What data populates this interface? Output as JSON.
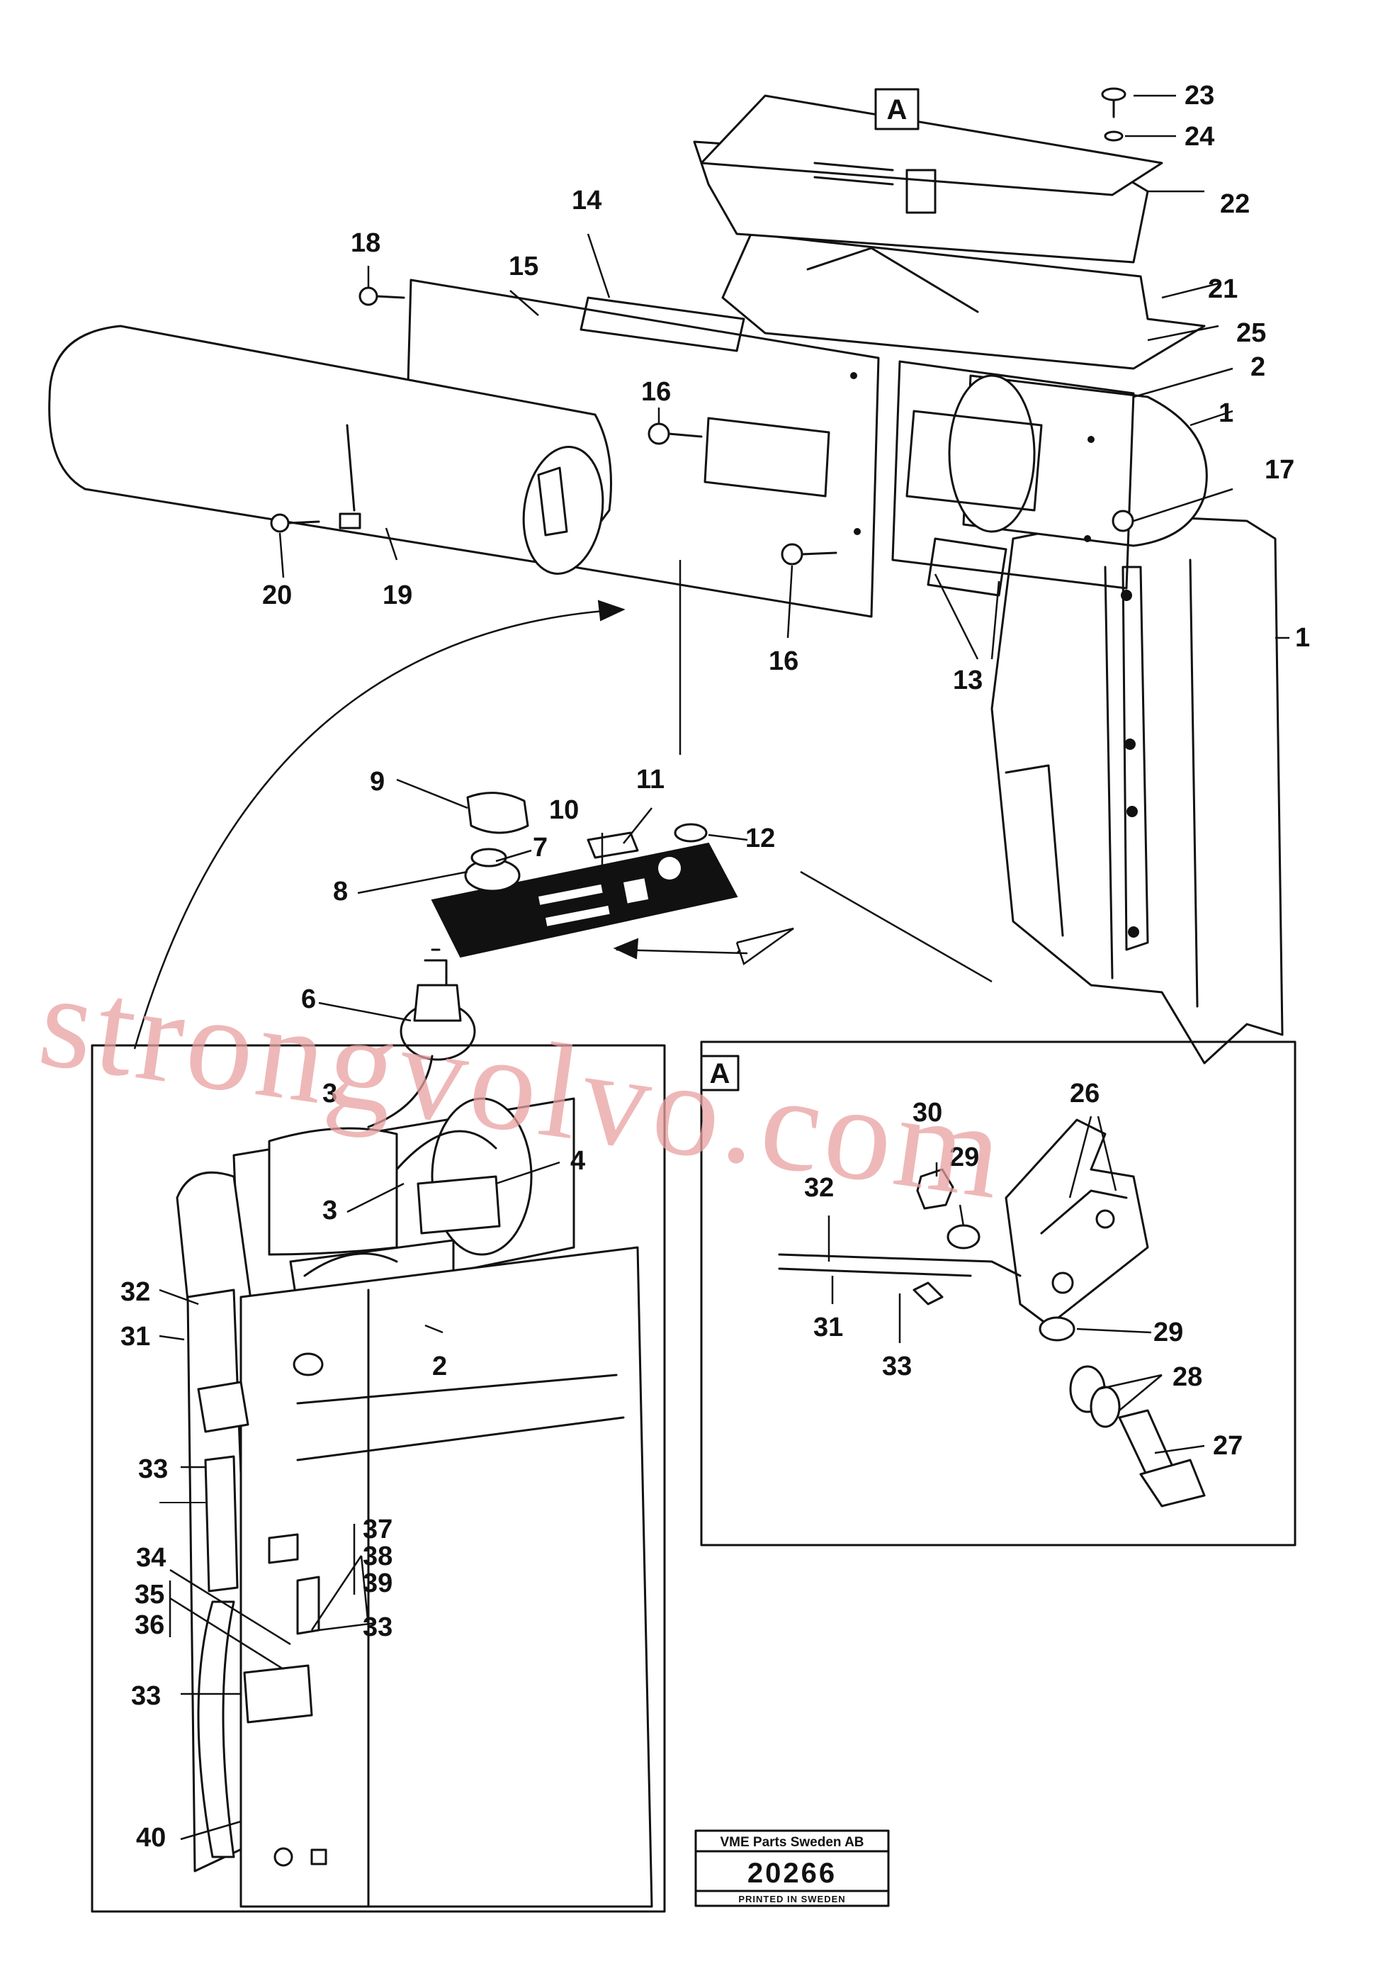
{
  "frame_labels": [
    "A",
    "A"
  ],
  "callouts": [
    "1",
    "1",
    "2",
    "2",
    "3",
    "3",
    "4",
    "6",
    "7",
    "8",
    "9",
    "10",
    "11",
    "12",
    "13",
    "14",
    "15",
    "16",
    "16",
    "17",
    "18",
    "19",
    "20",
    "21",
    "22",
    "23",
    "24",
    "25",
    "26",
    "27",
    "28",
    "29",
    "29",
    "30",
    "31",
    "31",
    "32",
    "32",
    "33",
    "33",
    "33",
    "33",
    "33",
    "34",
    "35",
    "36",
    "37",
    "38",
    "39",
    "40"
  ],
  "watermark": "strongvolvo.com",
  "stamp": {
    "company": "VME Parts Sweden AB",
    "number": "20266",
    "printed": "PRINTED IN SWEDEN"
  },
  "colors": {
    "ink": "#111111",
    "watermark": "#e8a0a0",
    "paper": "#ffffff"
  }
}
